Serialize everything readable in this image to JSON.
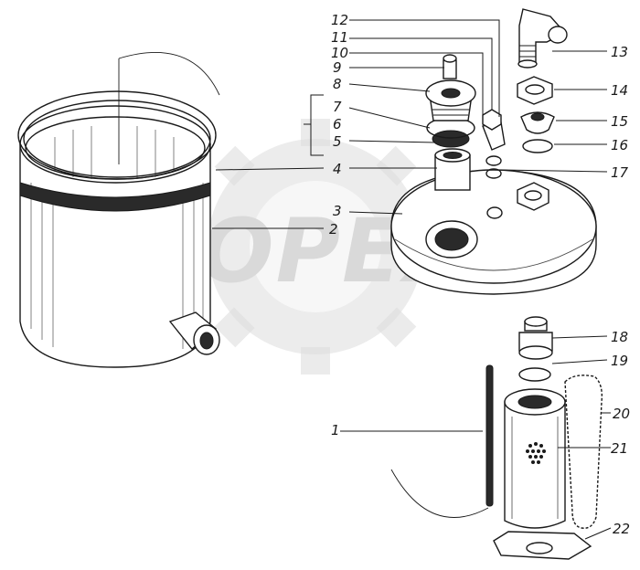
{
  "watermark": {
    "text": "OPEX",
    "color": "#d9d9d9"
  },
  "colors": {
    "ink": "#1a1a1a",
    "paper": "#ffffff"
  },
  "callouts": [
    "1",
    "2",
    "3",
    "4",
    "5",
    "6",
    "7",
    "8",
    "9",
    "10",
    "11",
    "12",
    "13",
    "14",
    "15",
    "16",
    "17",
    "18",
    "19",
    "20",
    "21",
    "22"
  ]
}
